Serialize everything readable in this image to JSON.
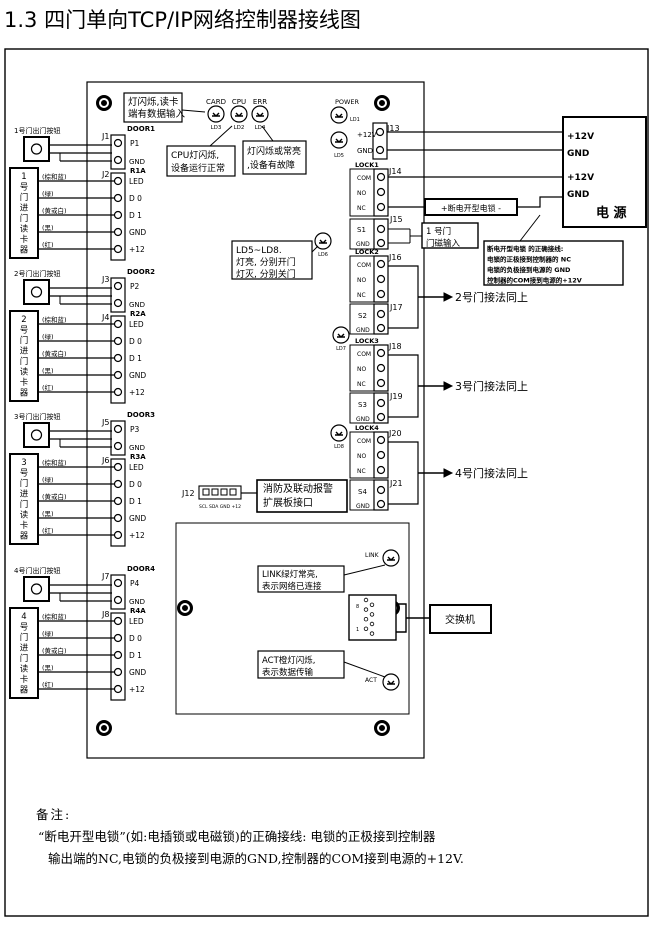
{
  "title": "1.3  四门单向TCP/IP网络控制器接线图",
  "board": {
    "callout_card": [
      "灯闪烁,读卡",
      "端有数据输入"
    ],
    "led_top_labels": [
      "CARD",
      "CPU",
      "ERR"
    ],
    "led_top_ids": [
      "LD3",
      "LD2",
      "LD4"
    ],
    "callout_cpu": [
      "CPU灯闪烁,",
      "设备运行正常"
    ],
    "callout_err": [
      "灯闪烁或常亮",
      ",设备有故障"
    ],
    "power_label": "POWER",
    "power_led": "LD1",
    "power_led2": "LD5",
    "ld6": "LD6",
    "ld7": "LD7",
    "ld8": "LD8",
    "callout_ld": [
      "LD5~LD8.",
      "灯亮, 分别开门",
      "灯灭, 分别关门"
    ],
    "j12": "J12",
    "j12_pins": "SCL SDA GND +12",
    "ext_box": [
      "消防及联动报警",
      "扩展板接口"
    ]
  },
  "doors": [
    {
      "button_label": "1号门出门按钮",
      "btn_j": "J1",
      "door_hdr": "DOOR1",
      "btn_pins": [
        "P1",
        "GND"
      ],
      "rd_j": "J2",
      "rd_hdr": "R1A",
      "rd_pins": [
        "LED",
        "D 0",
        "D 1",
        "GND",
        "+12"
      ],
      "reader_label": [
        "1",
        "号",
        "门",
        "进",
        "门",
        "读",
        "卡",
        "器"
      ]
    },
    {
      "button_label": "2号门出门按钮",
      "btn_j": "J3",
      "door_hdr": "DOOR2",
      "btn_pins": [
        "P2",
        "GND"
      ],
      "rd_j": "J4",
      "rd_hdr": "R2A",
      "rd_pins": [
        "LED",
        "D 0",
        "D 1",
        "GND",
        "+12"
      ],
      "reader_label": [
        "2",
        "号",
        "门",
        "进",
        "门",
        "读",
        "卡",
        "器"
      ]
    },
    {
      "button_label": "3号门出门按钮",
      "btn_j": "J5",
      "door_hdr": "DOOR3",
      "btn_pins": [
        "P3",
        "GND"
      ],
      "rd_j": "J6",
      "rd_hdr": "R3A",
      "rd_pins": [
        "LED",
        "D 0",
        "D 1",
        "GND",
        "+12"
      ],
      "reader_label": [
        "3",
        "号",
        "门",
        "进",
        "门",
        "读",
        "卡",
        "器"
      ]
    },
    {
      "button_label": "4号门出门按钮",
      "btn_j": "J7",
      "door_hdr": "DOOR4",
      "btn_pins": [
        "P4",
        "GND"
      ],
      "rd_j": "J8",
      "rd_hdr": "R4A",
      "rd_pins": [
        "LED",
        "D 0",
        "D 1",
        "GND",
        "+12"
      ],
      "reader_label": [
        "4",
        "号",
        "门",
        "进",
        "门",
        "读",
        "卡",
        "器"
      ]
    }
  ],
  "wire_colors": [
    "(棕和蓝)",
    "(绿)",
    "(黄或白)",
    "(黑)",
    "(红)"
  ],
  "right": {
    "j13": "J13",
    "j13_pins": [
      "+12V",
      "GND"
    ],
    "lock1": "LOCK1",
    "j14": "J14",
    "lock_pins": [
      "COM",
      "NO",
      "NC"
    ],
    "j15": "J15",
    "s1_pins": [
      "S1",
      "GND"
    ],
    "lock2": "LOCK2",
    "j16": "J16",
    "j17": "J17",
    "s2": "S2",
    "lock3": "LOCK3",
    "j18": "J18",
    "j19": "J19",
    "s3": "S3",
    "lock4": "LOCK4",
    "j20": "J20",
    "j21": "J21",
    "s4": "S4",
    "gnd": "GND",
    "lock_box": "+断电开型电锁 -",
    "door_sensor": [
      "1 号门",
      "门磁输入"
    ],
    "note_box": [
      "断电开型电锁 的正确接线:",
      "电锁的正极接到控制器的 NC",
      "电锁的负极接到电源的 GND",
      "控制器的COM接到电源的+12V"
    ],
    "same_labels": [
      "2号门接法同上",
      "3号门接法同上",
      "4号门接法同上"
    ]
  },
  "psu": {
    "rows": [
      "+12V",
      "GND",
      "+12V",
      "GND"
    ],
    "title": "电 源"
  },
  "network": {
    "link_label": "LINK",
    "act_label": "ACT",
    "link_box": [
      "LINK绿灯常亮,",
      "表示网络已连接"
    ],
    "act_box": [
      "ACT橙灯闪烁,",
      "表示数据传输"
    ],
    "switch": "交换机",
    "rj_pins": [
      "8",
      "1"
    ]
  },
  "notes": {
    "heading": "备注:",
    "line1": "“断电开型电锁”(如:电插锁或电磁锁)的正确接线: 电锁的正极接到控制器",
    "line2": "输出端的NC,电锁的负极接到电源的GND,控制器的COM接到电源的+12V."
  }
}
